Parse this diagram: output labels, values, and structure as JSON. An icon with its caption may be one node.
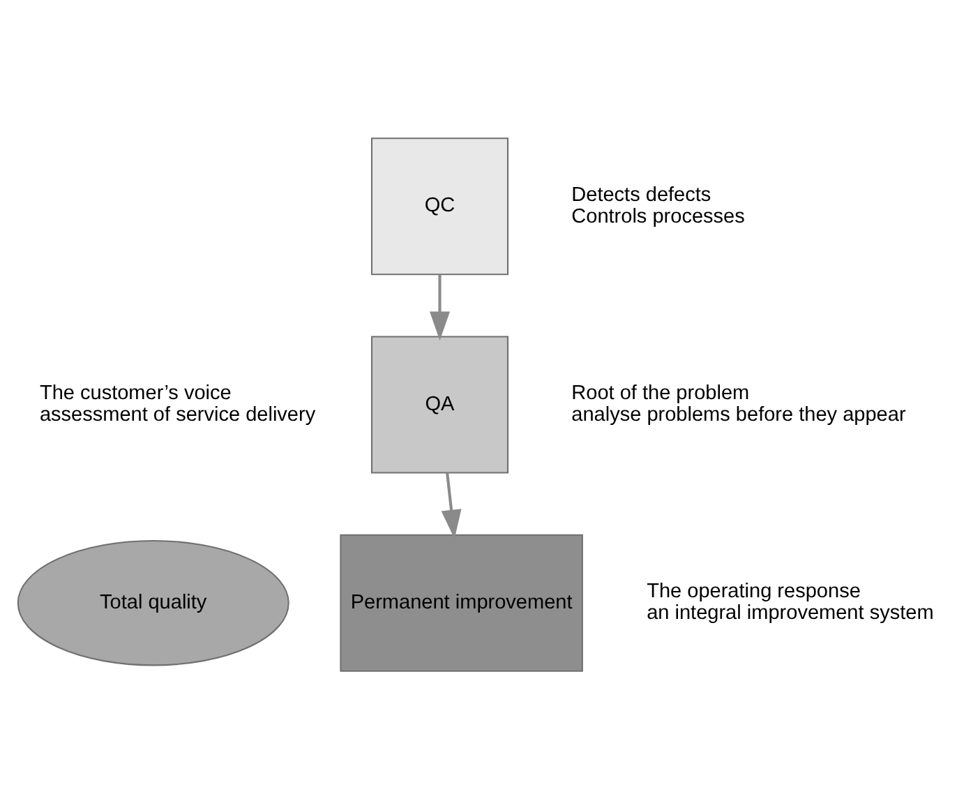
{
  "diagram": {
    "nodes": [
      {
        "text": [
          "QC"
        ],
        "beside": [
          "Detects defects",
          "Controls processes"
        ]
      },
      {
        "text": [
          "QA"
        ],
        "beside": [
          "Root of the problem",
          "analyse problems before they appear"
        ]
      },
      {
        "text": [
          "Permanent improvement"
        ],
        "beside": [
          "The operating response",
          "an integral improvement system"
        ]
      },
      {
        "text": [
          "Total quality"
        ],
        "beside": [
          "The customer’s voice",
          "assessment of service delivery"
        ]
      }
    ],
    "edges": [
      {
        "from": 0,
        "to": 1,
        "arrow": "to"
      },
      {
        "from": 1,
        "to": 2,
        "arrow": "to"
      }
    ]
  }
}
